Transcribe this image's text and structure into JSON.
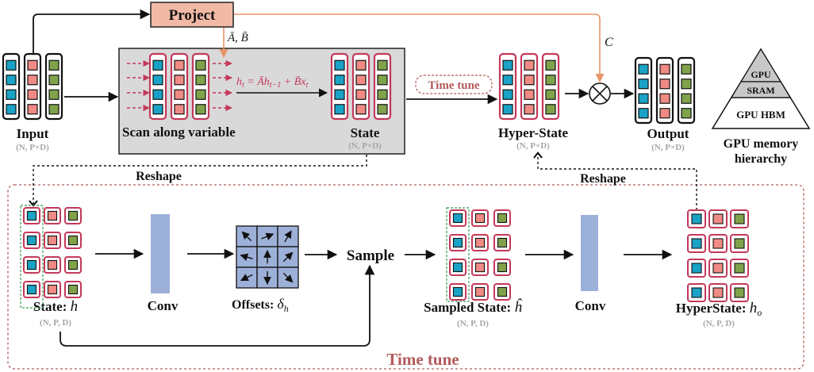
{
  "colors": {
    "blue": "#1aa3c6",
    "red": "#f08a84",
    "green": "#7fa24a",
    "frame_red": "#c4385a",
    "frame_black": "#111111",
    "accent_orange": "#e8956a",
    "project_fill": "#f2b9a5",
    "scan_box_fill": "#d9d9d9",
    "conv_fill": "#9db0d8",
    "time_tune_red": "#b35a5a",
    "subtext_gray": "#a6a6a6"
  },
  "top": {
    "project_label": "Project",
    "ab_label": "Ā, B̄",
    "c_label": "C",
    "input_label": "Input",
    "input_dims": "(N, P×D)",
    "scan_label": "Scan along variable",
    "equation": "h_t = Āh_{t−1} + B̄x_t",
    "state_label": "State",
    "state_dims": "(N, P×D)",
    "time_tune_small": "Time tune",
    "hyper_label": "Hyper-State",
    "hyper_dims": "(N, P×D)",
    "output_label": "Output",
    "output_dims": "(N, P×D)",
    "mul_symbol": "⊗"
  },
  "gpu": {
    "sram": "GPU SRAM",
    "sram_line1": "GPU",
    "sram_line2": "SRAM",
    "hbm": "GPU HBM",
    "caption_line1": "GPU memory",
    "caption_line2": "hierarchy"
  },
  "bottom": {
    "reshape_left": "Reshape",
    "reshape_right": "Reshape",
    "state_label": "State: h",
    "state_dims": "(N, P, D)",
    "conv1_label": "Conv",
    "offsets_label": "Offsets: δ_h",
    "sample_label": "Sample",
    "sampled_label": "Sampled State: ĥ",
    "sampled_dims": "(N, P, D)",
    "conv2_label": "Conv",
    "hyperstate_label": "HyperState: h_o",
    "hyperstate_dims": "(N, P, D)",
    "time_tune_big": "Time tune"
  }
}
